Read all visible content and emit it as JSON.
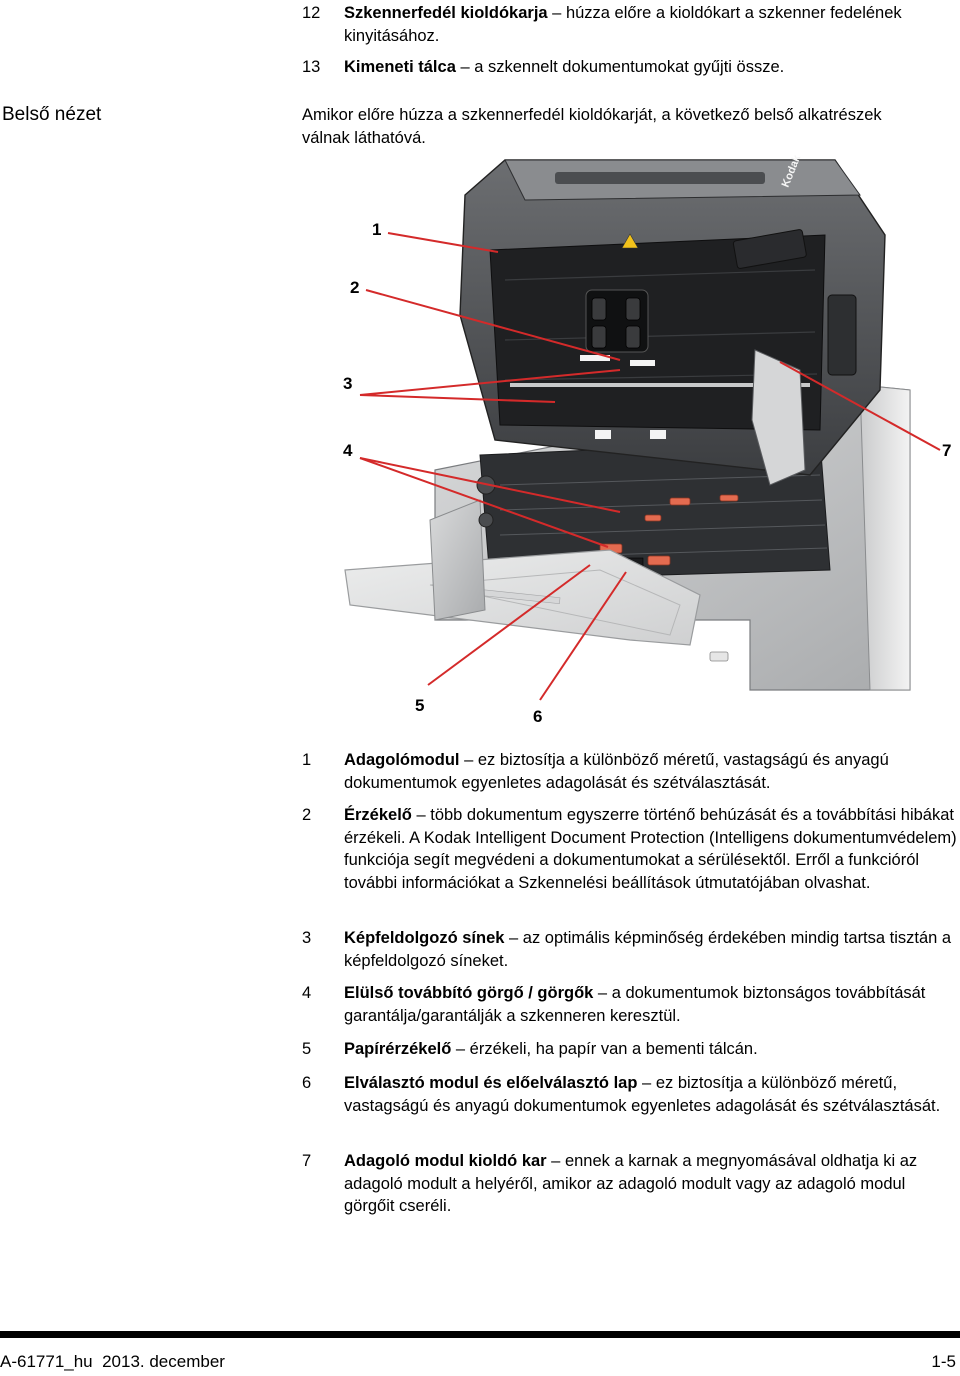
{
  "top_items": [
    {
      "num": "12",
      "term": "Szkennerfedél kioldókarja",
      "sep": " – ",
      "desc": "húzza előre a kioldókart a szkenner fedelének kinyitásához."
    },
    {
      "num": "13",
      "term": "Kimeneti tálca",
      "sep": " – ",
      "desc": "a szkennelt dokumentumokat gyűjti össze."
    }
  ],
  "section": {
    "heading": "Belső nézet",
    "intro": "Amikor előre húzza a szkennerfedél kioldókarját, a következő belső alkatrészek válnak láthatóvá."
  },
  "figure": {
    "brand": "Kodak",
    "callouts": [
      "1",
      "2",
      "3",
      "4",
      "5",
      "6",
      "7"
    ]
  },
  "legend": [
    {
      "num": "1",
      "term": "Adagolómodul",
      "sep": " – ",
      "desc": "ez biztosítja a különböző méretű, vastagságú és anyagú dokumentumok egyenletes adagolását és szétválasztását."
    },
    {
      "num": "2",
      "term": "Érzékelő",
      "sep": " – ",
      "desc": "több dokumentum egyszerre történő behúzását és a továbbítási hibákat érzékeli. A Kodak Intelligent Document Protection (Intelligens dokumentumvédelem) funkciója segít megvédeni a dokumentumokat a sérülésektől. Erről a funkcióról további információkat a Szkennelési beállítások útmutatójában olvashat."
    },
    {
      "num": "3",
      "term": "Képfeldolgozó sínek",
      "sep": " – ",
      "desc": "az optimális képminőség érdekében mindig tartsa tisztán a képfeldolgozó síneket."
    },
    {
      "num": "4",
      "term": "Elülső továbbító görgő / görgők",
      "sep": " – ",
      "desc": "a dokumentumok biztonságos továbbítását garantálja/garantálják a szkenneren keresztül."
    },
    {
      "num": "5",
      "term": "Papírérzékelő",
      "sep": " – ",
      "desc": "érzékeli, ha papír van a bementi tálcán."
    },
    {
      "num": "6",
      "term": "Elválasztó modul és előelválasztó lap",
      "sep": " – ",
      "desc": "ez biztosítja a különböző méretű, vastagságú és anyagú dokumentumok egyenletes adagolását és szétválasztását."
    },
    {
      "num": "7",
      "term": "Adagoló modul kioldó kar",
      "sep": " – ",
      "desc": "ennek a karnak a megnyomásával oldhatja ki az adagoló modult a helyéről, amikor az adagoló modult vagy az adagoló modul görgőit cseréli."
    }
  ],
  "footer": {
    "left": "A-61771_hu  2013. december",
    "right": "1-5"
  }
}
